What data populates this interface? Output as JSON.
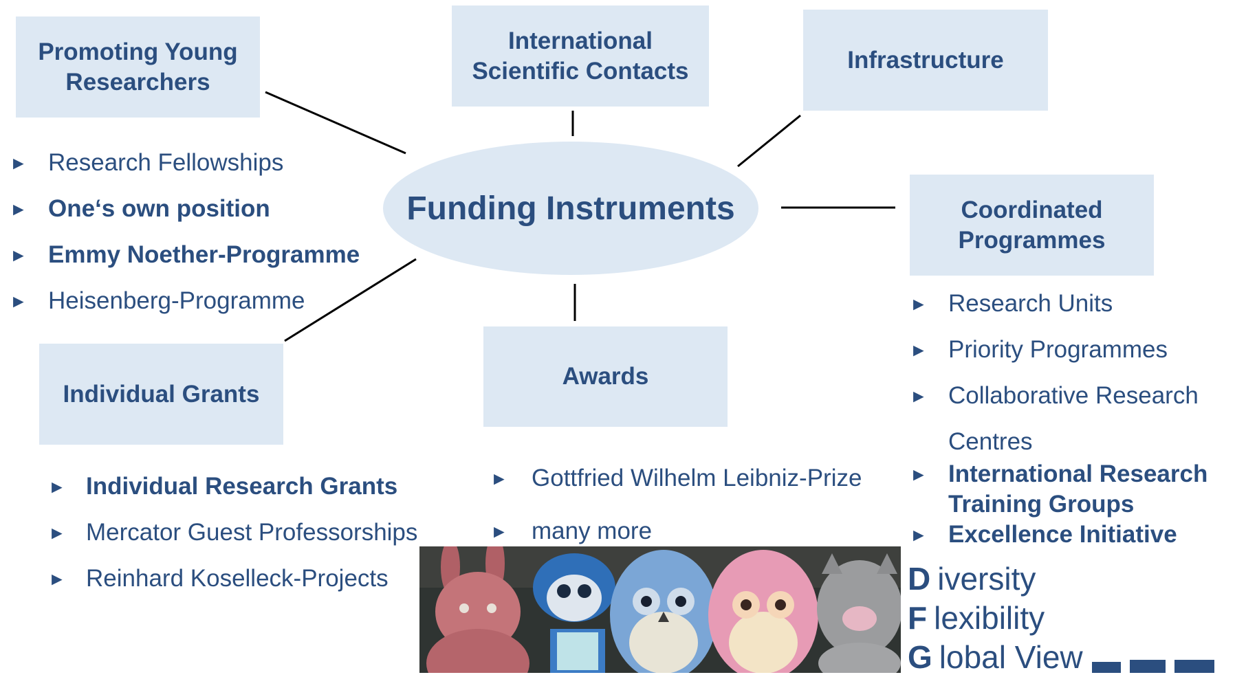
{
  "hub": {
    "label": "Funding Instruments"
  },
  "boxes": {
    "young": "Promoting Young Researchers",
    "international": "International Scientific Contacts",
    "infrastructure": "Infrastructure",
    "coordinated": "Coordinated Programmes",
    "individual": "Individual Grants",
    "awards": "Awards"
  },
  "lists": {
    "young": [
      "Research Fellowships",
      "One‘s own position",
      "Emmy Noether-Programme",
      "Heisenberg-Programme"
    ],
    "individual": [
      "Individual Research Grants",
      "Mercator Guest Professorships",
      "Reinhard Koselleck-Projects"
    ],
    "awards": [
      "Gottfried Wilhelm Leibniz-Prize",
      "many more"
    ],
    "coordinated": [
      "Research Units",
      "Priority Programmes",
      "Collaborative Research",
      "Centres",
      "International Research Training Groups",
      "Excellence Initiative"
    ]
  },
  "bullet": "►",
  "motto": [
    {
      "cap": "D",
      "rest": "iversity"
    },
    {
      "cap": "F",
      "rest": "lexibility"
    },
    {
      "cap": "G",
      "rest": "lobal View"
    }
  ],
  "colors": {
    "text": "#2b4e7f",
    "box": "#dde8f3",
    "line": "#000000"
  },
  "icons": {
    "bullet": "triangle-right-icon",
    "photo": "plush-toys-photo",
    "logo": "dfg-logo"
  }
}
